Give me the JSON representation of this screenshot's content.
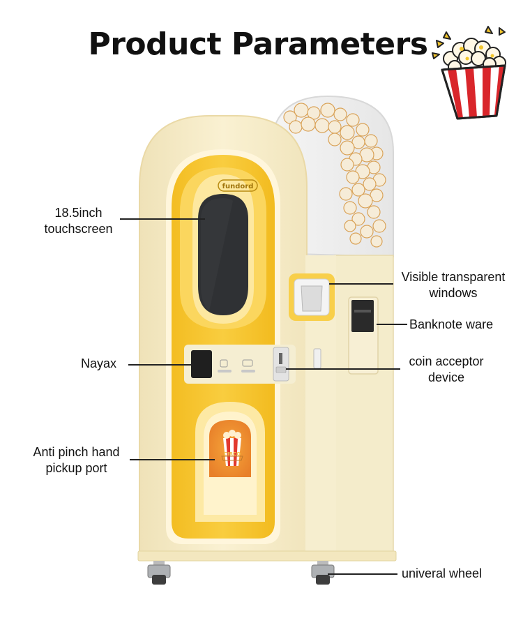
{
  "title": "Product Parameters",
  "brand_logo": "fundord",
  "cup_print": "CIRCO",
  "callouts": {
    "touchscreen": [
      "18.5inch",
      "touchscreen"
    ],
    "nayax": "Nayax",
    "pickup_port": [
      "Anti pinch hand",
      "pickup port"
    ],
    "windows": [
      "Visible transparent",
      "windows"
    ],
    "banknote": "Banknote ware",
    "coin": [
      "coin acceptor",
      "device"
    ],
    "wheel": "univeral wheel"
  },
  "colors": {
    "body_cream": "#f7edc8",
    "panel_yellow": "#f7c531",
    "panel_light": "#fbd65e",
    "screen": "#2f3134",
    "popcorn_red": "#d9262b"
  }
}
